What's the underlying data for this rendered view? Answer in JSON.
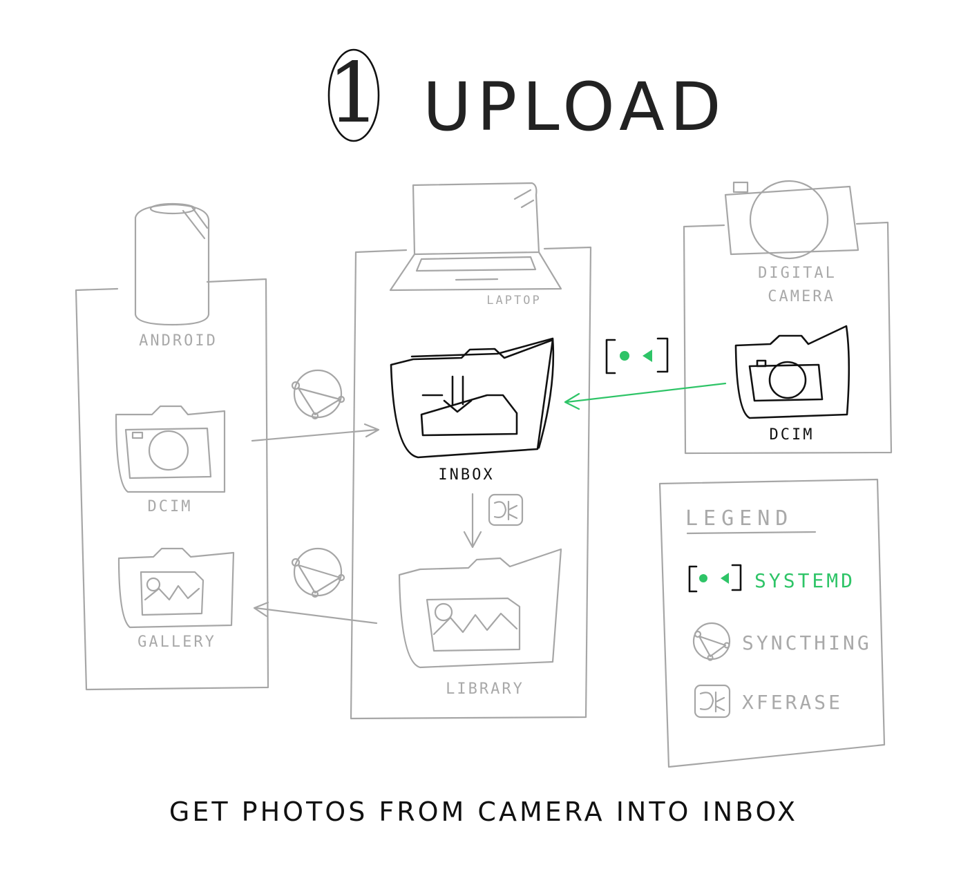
{
  "title": {
    "number": "1",
    "text": "UPLOAD"
  },
  "caption": "GET PHOTOS FROM CAMERA INTO INBOX",
  "devices": {
    "android": "ANDROID",
    "laptop": "LAPTOP",
    "camera_line1": "DIGITAL",
    "camera_line2": "CAMERA"
  },
  "folders": {
    "android_dcim": "DCIM",
    "android_gallery": "GALLERY",
    "laptop_inbox": "INBOX",
    "laptop_library": "LIBRARY",
    "camera_dcim": "DCIM"
  },
  "legend": {
    "title": "LEGEND",
    "items": [
      {
        "label": "SYSTEMD",
        "icon": "systemd-icon"
      },
      {
        "label": "SYNCTHING",
        "icon": "syncthing-icon"
      },
      {
        "label": "XFERASE",
        "icon": "xferase-icon"
      }
    ]
  },
  "colors": {
    "ink": "#111111",
    "grey": "#a6a6a6",
    "systemd_green": "#2ec467"
  }
}
